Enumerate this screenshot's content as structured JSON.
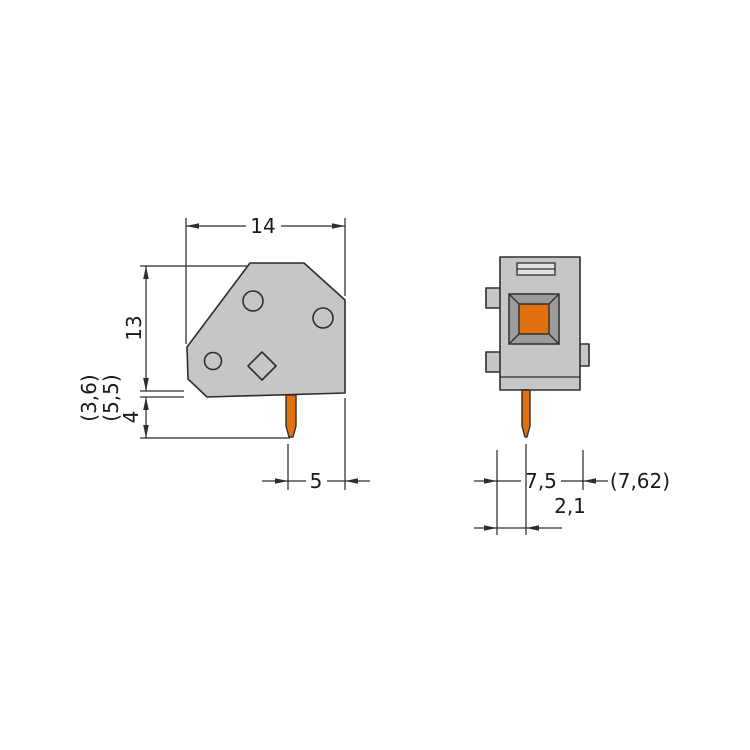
{
  "colors": {
    "background": "#ffffff",
    "line": "#2e2e2e",
    "text": "#1a1a1a",
    "body_fill": "#c5c6c5",
    "button_frame": "#9c9c9c",
    "slot_fill": "#e3e3e3",
    "accent_orange": "#e2700f"
  },
  "side_view": {
    "dim_width": "14",
    "dim_height": "13",
    "dim_pin_length": "4",
    "dim_pin_length_alt_a": "(3,6)",
    "dim_pin_length_alt_b": "(5,5)",
    "dim_pin_to_edge": "5"
  },
  "front_view": {
    "dim_pitch": "7,5",
    "dim_pitch_alt": "(7,62)",
    "dim_pin_offset": "2,1"
  }
}
